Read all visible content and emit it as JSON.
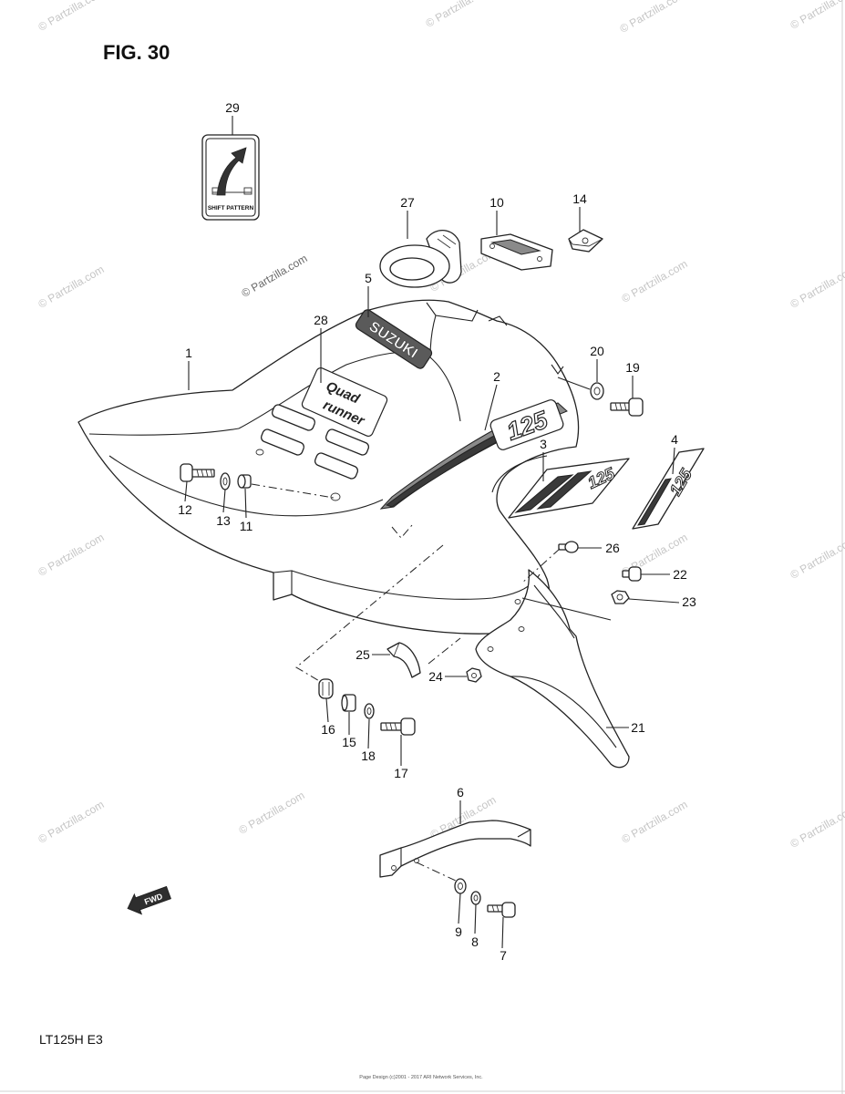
{
  "figure_title": "FIG. 30",
  "model_code": "LT125H E3",
  "watermark": "© Partzilla.com",
  "footer": "Page Design (c)2001 - 2017 ARI Network Services, Inc.",
  "decals": {
    "brand": "SUZUKI",
    "model_line1": "Quad",
    "model_line2": "runner",
    "stripe_number": "125",
    "decal_3_number": "125",
    "decal_4_number": "125",
    "shift_sign_text": "SHIFT PATTERN",
    "forward_arrow": "FWD"
  },
  "parts": {
    "p1": "1",
    "p2": "2",
    "p3": "3",
    "p4": "4",
    "p5": "5",
    "p6": "6",
    "p7": "7",
    "p8": "8",
    "p9": "9",
    "p10": "10",
    "p11": "11",
    "p12": "12",
    "p13": "13",
    "p14": "14",
    "p15": "15",
    "p16": "16",
    "p17": "17",
    "p18": "18",
    "p19": "19",
    "p20": "20",
    "p21": "21",
    "p22": "22",
    "p23": "23",
    "p24": "24",
    "p25": "25",
    "p26": "26",
    "p27": "27",
    "p28": "28",
    "p29": "29"
  }
}
